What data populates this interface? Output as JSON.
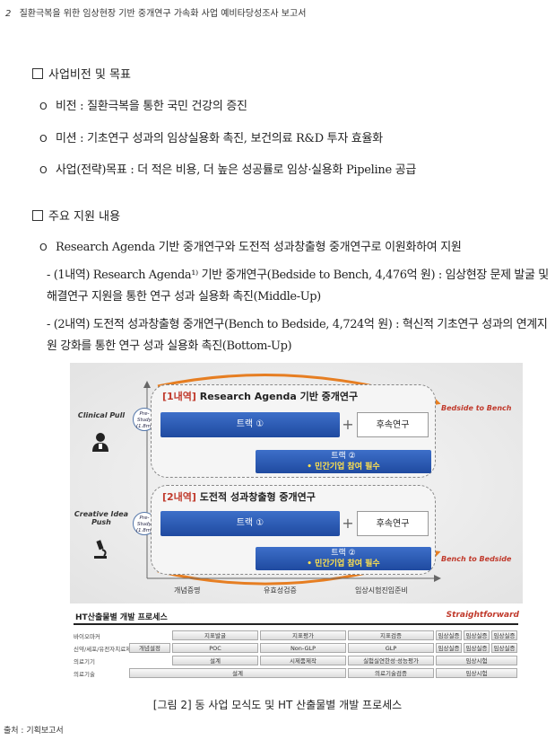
{
  "header": {
    "page_number": "2",
    "title": "질환극복을 위한 임상현장 기반 중개연구 가속화 사업 예비타당성조사 보고서"
  },
  "section1": {
    "heading": "사업비전 및 목표",
    "items": [
      "비전 : 질환극복을 통한 국민 건강의 증진",
      "미션 : 기초연구 성과의 임상실용화 촉진, 보건의료 R&D 투자 효율화",
      "사업(전략)목표 : 더 적은 비용, 더 높은 성공률로 임상·실용화 Pipeline 공급"
    ]
  },
  "section2": {
    "heading": "주요 지원 내용",
    "item": "Research Agenda 기반 중개연구와 도전적 성과창출형 중개연구로 이원화하여 지원",
    "sub1": "- (1내역) Research Agenda¹⁾ 기반 중개연구(Bedside to Bench, 4,476억 원) : 임상현장 문제 발굴 및 해결연구 지원을 통한 연구 성과 실용화 촉진(Middle-Up)",
    "sub2": "- (2내역) 도전적 성과창출형 중개연구(Bench to Bedside, 4,724억 원) : 혁신적 기초연구 성과의 연계지원 강화를 통한 연구 성과 실용화 촉진(Bottom-Up)"
  },
  "figure": {
    "panel1": {
      "tag": "[1내역]",
      "title": "Research Agenda 기반 중개연구",
      "track_a": "트랙 ①",
      "follow": "후속연구",
      "track_b": "트랙 ②",
      "track_b_note": "• 민간기업 참여 필수"
    },
    "panel2": {
      "tag": "[2내역]",
      "title": "도전적 성과창출형 중개연구",
      "track_a": "트랙 ①",
      "follow": "후속연구",
      "track_b": "트랙 ②",
      "track_b_note": "• 민간기업 참여 필수"
    },
    "left1": "Clinical Pull",
    "left2": "Creative Idea Push",
    "prestudy": "Pre-Study (1.8m)",
    "arrow_top": "Bedside to Bench",
    "arrow_bottom": "Bench to Bedside",
    "stages": [
      "개념증명",
      "유효성검증",
      "임상시험진입준비"
    ],
    "ht_title": "HT산출물별 개발 프로세스",
    "ht_sf": "Straightforward",
    "rows": [
      {
        "label": "바이오마커",
        "cells": [
          "지표발굴",
          "지표평가",
          "지표검증",
          "임상실증",
          "임상실증",
          "임상실증"
        ]
      },
      {
        "label": "신약/세포/유전자치료제",
        "cells": [
          "개념설정",
          "POC",
          "Non-GLP",
          "GLP",
          "임상실증",
          "임상실증",
          "임상실증"
        ]
      },
      {
        "label": "의료기기",
        "cells": [
          "설계",
          "시제품제작",
          "실험실연한성·성능평가",
          "임상시험"
        ]
      },
      {
        "label": "의료기술",
        "cells": [
          "설계",
          "의료기술검증",
          "임상시험"
        ]
      }
    ]
  },
  "caption": "[그림 2] 동 사업 모식도 및 HT 산출물별 개발 프로세스",
  "source": "출처 : 기획보고서",
  "colors": {
    "accent_red": "#c0392b",
    "track_blue": "#1f4aa0"
  }
}
